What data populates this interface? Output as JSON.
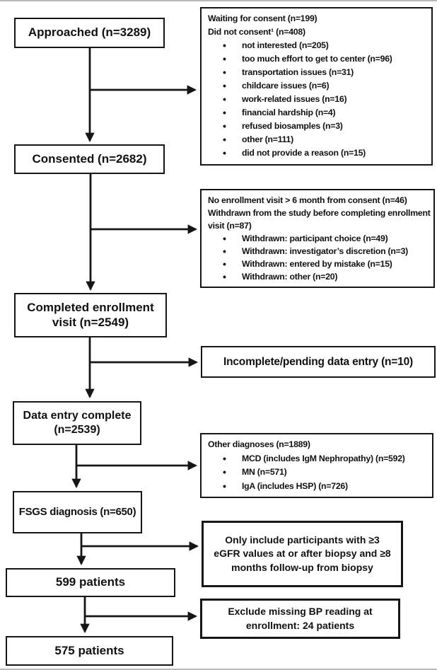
{
  "main_boxes": {
    "approached": "Approached (n=3289)",
    "consented": "Consented (n=2682)",
    "completed": "Completed enrollment visit (n=2549)",
    "data_entry": "Data entry complete (n=2539)",
    "fsgs": "FSGS diagnosis (n=650)",
    "patients_599": "599 patients",
    "patients_575": "575 patients"
  },
  "side_boxes": {
    "consent": {
      "lines": [
        "Waiting for consent (n=199)",
        "Did not consent¹ (n=408)"
      ],
      "bullets": [
        "not interested (n=205)",
        "too much effort to get to center (n=96)",
        "transportation issues (n=31)",
        "childcare issues (n=6)",
        "work-related issues (n=16)",
        "financial hardship (n=4)",
        "refused biosamples (n=3)",
        "other (n=111)",
        "did not provide a reason (n=15)"
      ]
    },
    "withdrawn": {
      "lines": [
        "No enrollment visit > 6 month from consent (n=46)",
        "Withdrawn from the study before completing enrollment visit (n=87)"
      ],
      "bullets": [
        "Withdrawn: participant choice (n=49)",
        "Withdrawn: investigator’s discretion (n=3)",
        "Withdrawn: entered by mistake (n=15)",
        "Withdrawn: other (n=20)"
      ]
    },
    "incomplete": "Incomplete/pending data entry (n=10)",
    "other_diagnoses": {
      "lines": [
        "Other diagnoses (n=1889)"
      ],
      "bullets": [
        "MCD (includes IgM Nephropathy) (n=592)",
        "MN (n=571)",
        "IgA (includes HSP) (n=726)"
      ]
    },
    "egfr_criteria": "Only include participants with ≥3 eGFR values at or after biopsy and ≥8 months follow-up from biopsy",
    "bp_exclusion": "Exclude missing BP reading at enrollment: 24 patients"
  },
  "colors": {
    "line": "#161616",
    "text": "#111111",
    "background": "#ffffff"
  }
}
